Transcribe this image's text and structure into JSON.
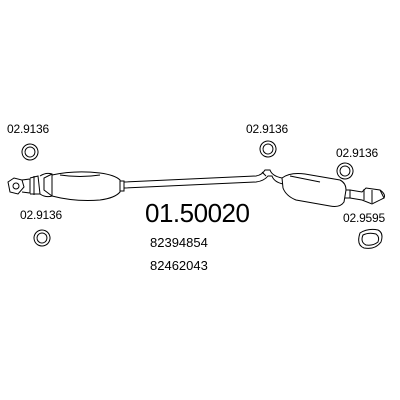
{
  "main_part_number": "01.50020",
  "reference_numbers": [
    "82394854",
    "82462043"
  ],
  "components": {
    "gasket_top_left": "02.9136",
    "gasket_bottom_left": "02.9136",
    "gasket_top_center": "02.9136",
    "gasket_top_right": "02.9136",
    "gasket_bottom_right": "02.9595"
  },
  "colors": {
    "line": "#000000",
    "background": "#ffffff"
  }
}
